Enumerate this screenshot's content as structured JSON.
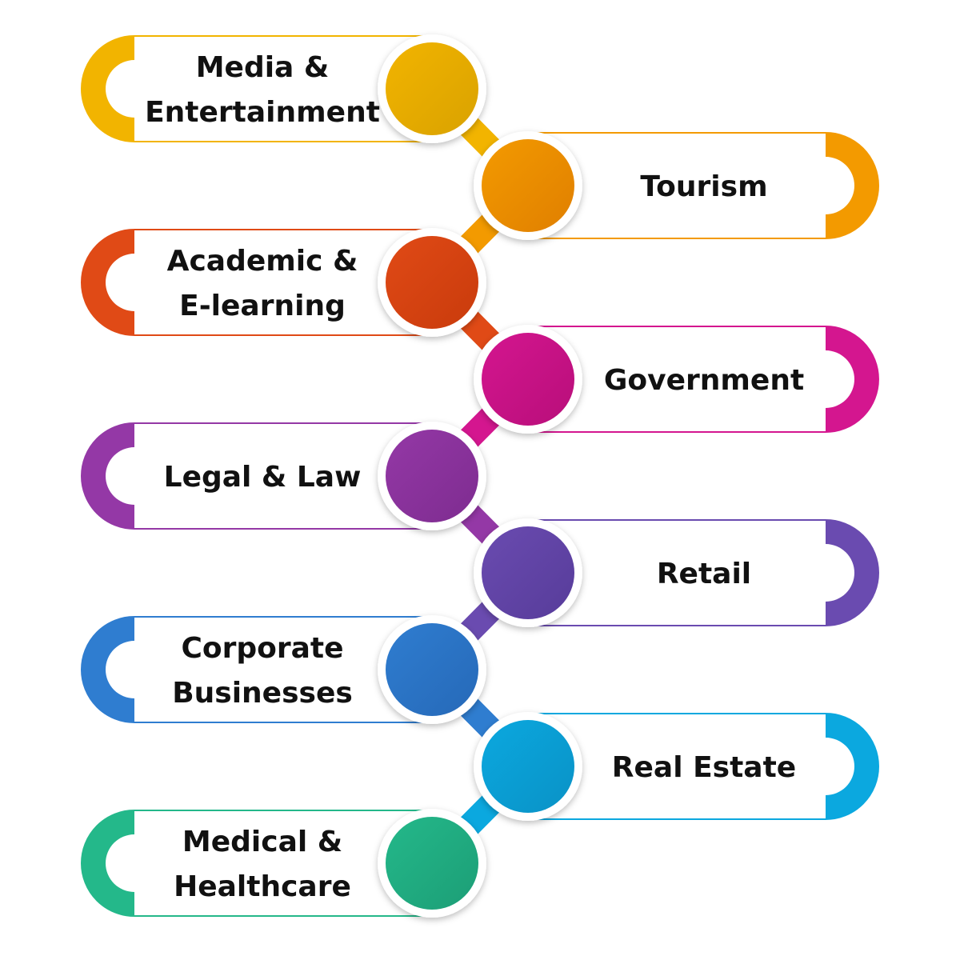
{
  "diagram": {
    "items": [
      {
        "lines": [
          "Media &",
          "Entertainment"
        ],
        "color": "#F2B400",
        "color_dark": "#D9A200",
        "side": "left"
      },
      {
        "lines": [
          "Tourism"
        ],
        "color": "#F39A00",
        "color_dark": "#E07F00",
        "side": "right"
      },
      {
        "lines": [
          "Academic &",
          "E-learning"
        ],
        "color": "#E04A16",
        "color_dark": "#C93B0C",
        "side": "left"
      },
      {
        "lines": [
          "Government"
        ],
        "color": "#D4168F",
        "color_dark": "#B80E7A",
        "side": "right"
      },
      {
        "lines": [
          "Legal & Law"
        ],
        "color": "#9438A6",
        "color_dark": "#7E2C90",
        "side": "left"
      },
      {
        "lines": [
          "Retail"
        ],
        "color": "#6A4BB0",
        "color_dark": "#573C9A",
        "side": "right"
      },
      {
        "lines": [
          "Corporate",
          "Businesses"
        ],
        "color": "#2F7DD0",
        "color_dark": "#2669B8",
        "side": "left"
      },
      {
        "lines": [
          "Real Estate"
        ],
        "color": "#0BA8DF",
        "color_dark": "#0A92C6",
        "side": "right"
      },
      {
        "lines": [
          "Medical &",
          "Healthcare"
        ],
        "color": "#24B88A",
        "color_dark": "#1C9E76",
        "side": "left"
      }
    ]
  }
}
